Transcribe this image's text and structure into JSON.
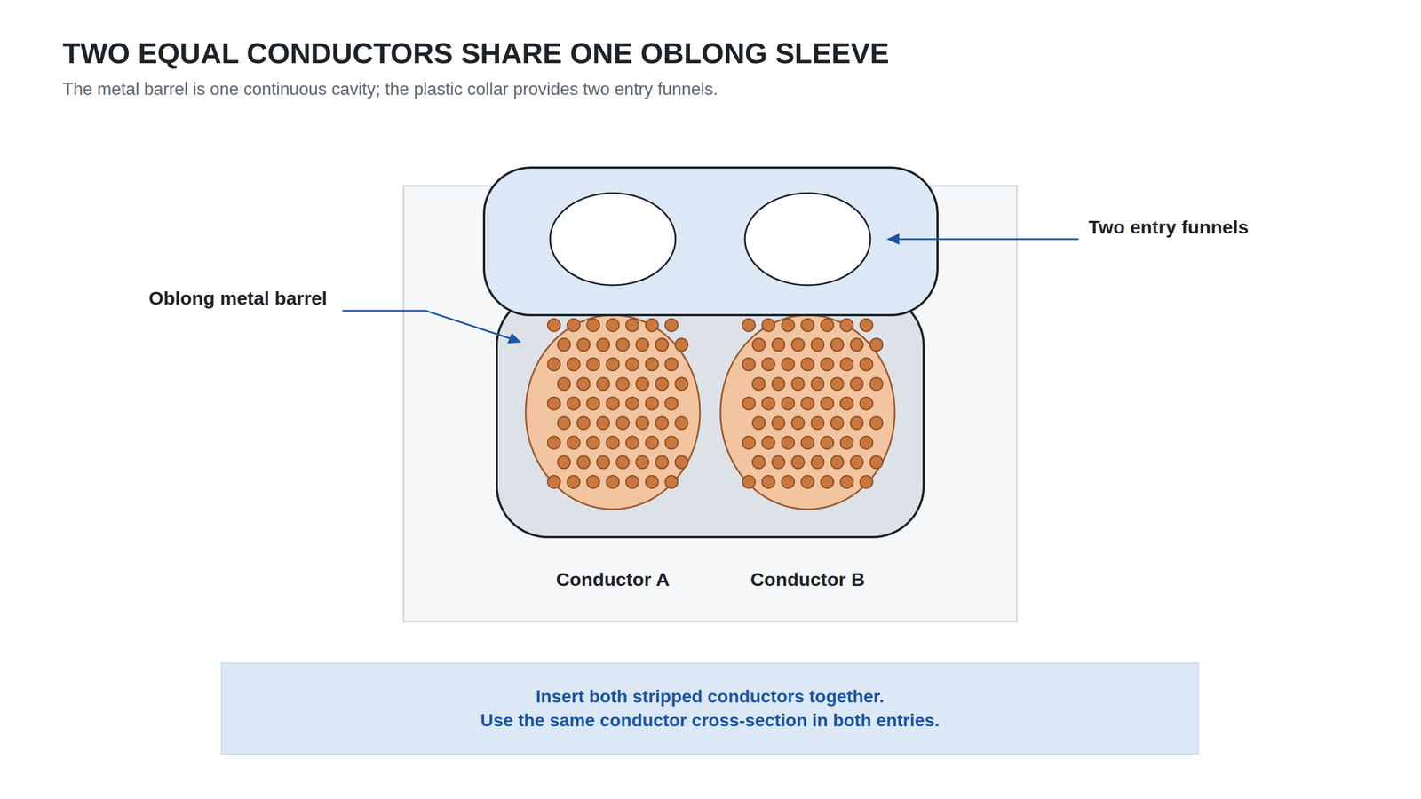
{
  "diagram": {
    "title": "TWO EQUAL CONDUCTORS SHARE ONE OBLONG SLEEVE",
    "caption": "The metal barrel is one continuous cavity; the plastic collar provides two entry funnels.",
    "nodes": [
      {
        "text": [
          "Insert both stripped conductors together.",
          "Use the same conductor cross-section in both entries."
        ]
      }
    ],
    "labels": [
      "Oblong metal barrel",
      "Two entry funnels",
      "Conductor A",
      "Conductor B"
    ]
  }
}
